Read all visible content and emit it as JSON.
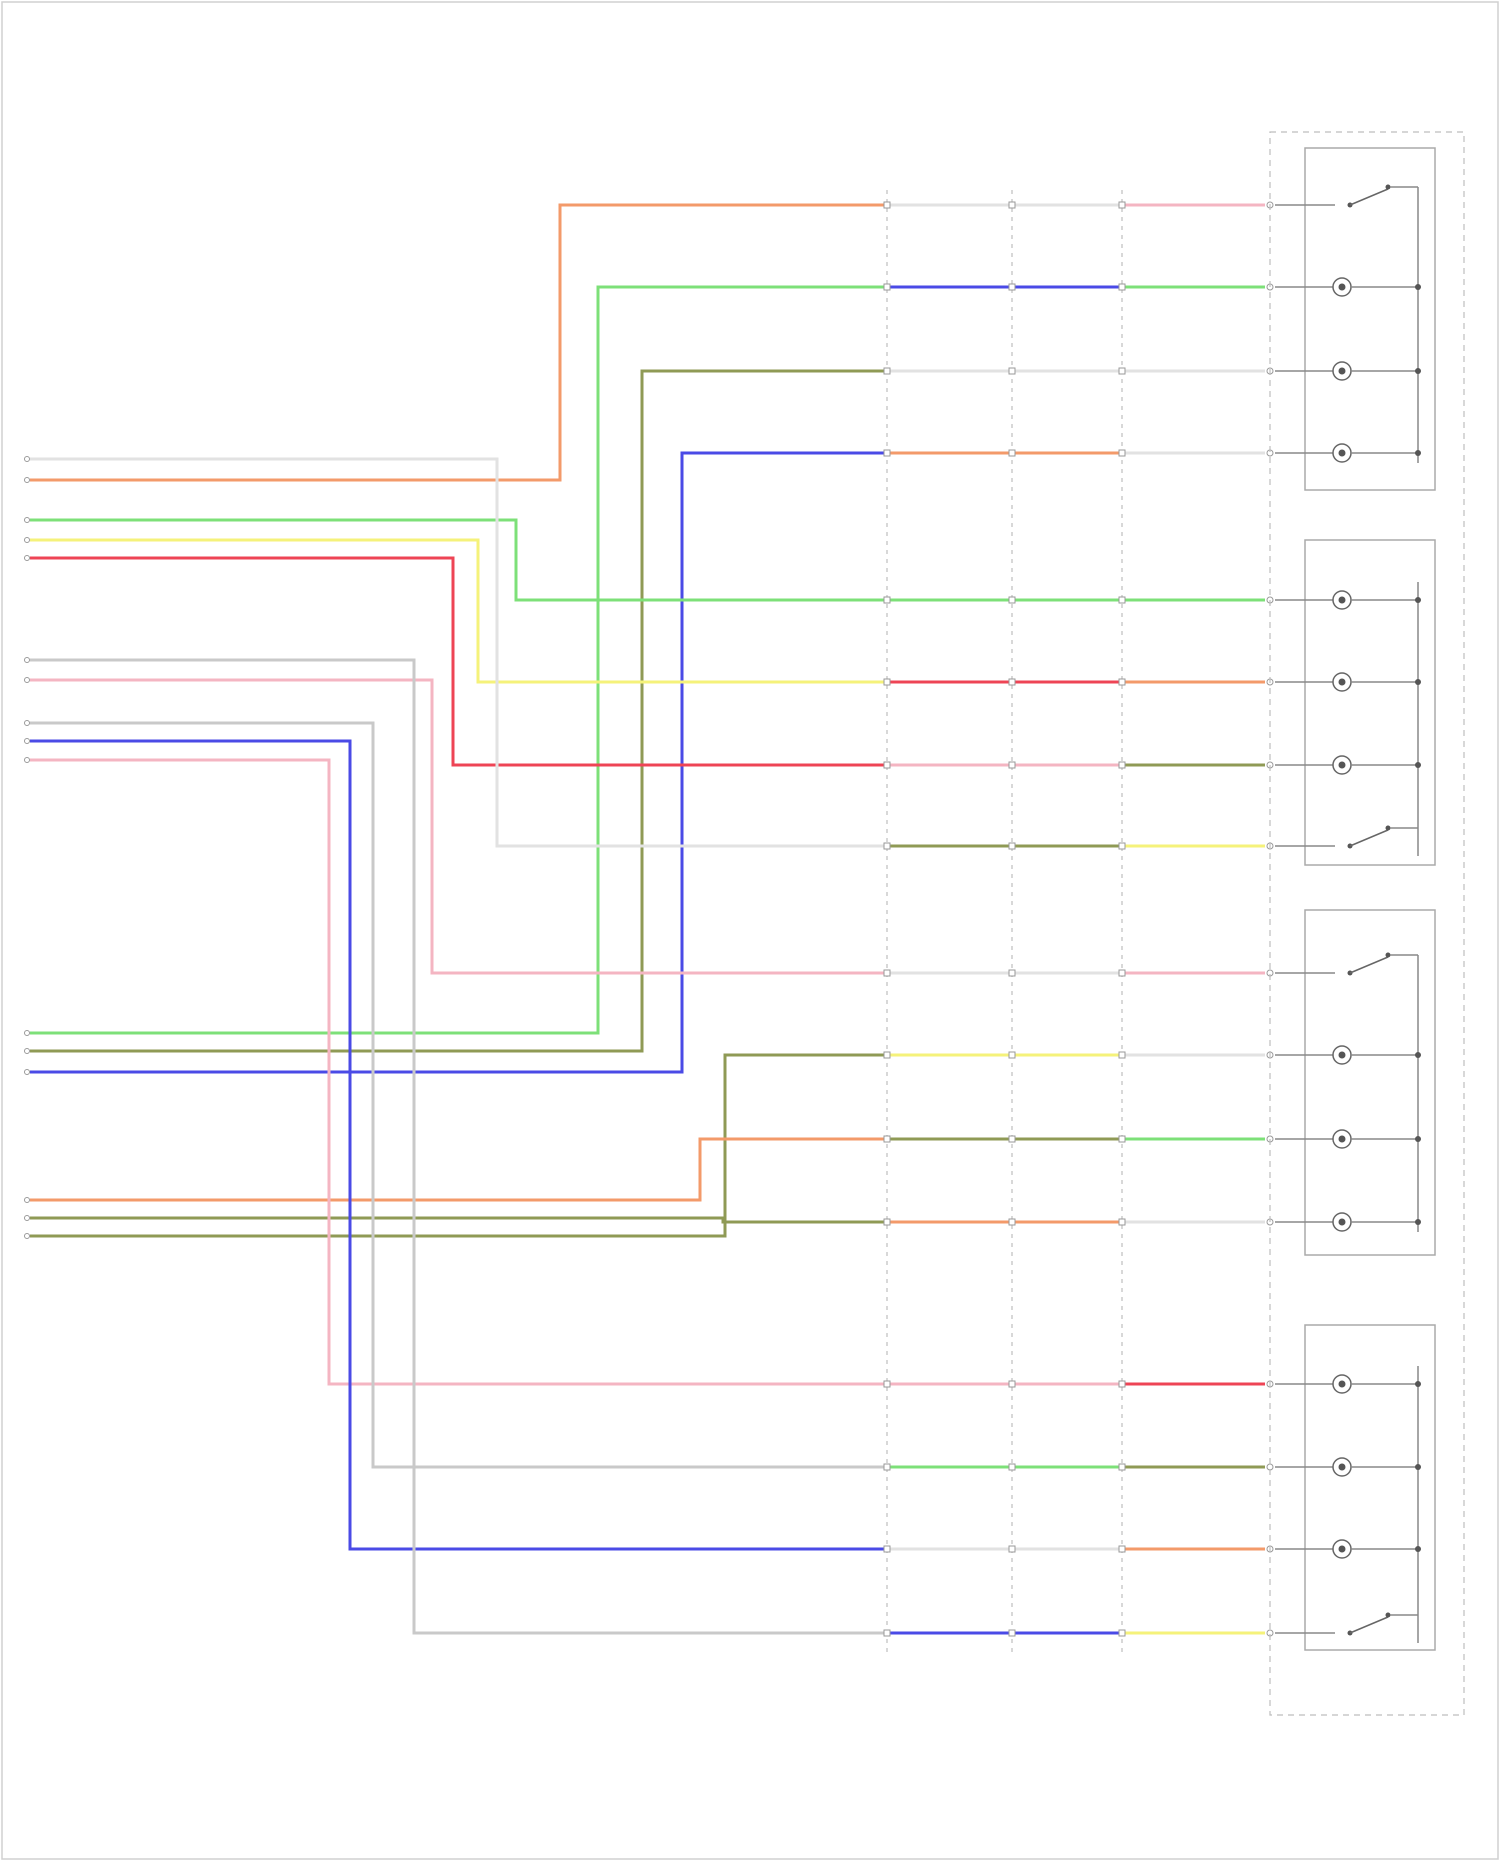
{
  "footer_label": "",
  "module_labels": [
    "",
    "",
    "",
    "",
    ""
  ],
  "colors": {
    "orange": "#f39a6a",
    "green": "#7de078",
    "olive": "#8f9a55",
    "blue": "#4a4ae6",
    "red": "#ee4455",
    "yellow": "#f5f27a",
    "pink": "#f4b5c2",
    "gray": "#c9c9c9",
    "lightgray": "#e2e2e2",
    "frame": "#bdbdbd"
  },
  "left_pin_groups": [
    {
      "colors": [
        "lightgray",
        "orange"
      ]
    },
    {
      "colors": [
        "green",
        "yellow",
        "red"
      ]
    },
    {
      "colors": [
        "gray",
        "pink"
      ]
    },
    {
      "colors": [
        "gray",
        "blue",
        "pink"
      ]
    },
    {
      "colors": [
        "green",
        "olive",
        "blue"
      ]
    },
    {
      "colors": [
        "orange",
        "olive",
        "olive"
      ]
    }
  ],
  "rows": [
    {
      "c1": "orange",
      "c2": "lightgray",
      "c3": "lightgray",
      "c4": "pink"
    },
    {
      "c1": "green",
      "c2": "blue",
      "c3": "blue",
      "c4": "green"
    },
    {
      "c1": "olive",
      "c2": "lightgray",
      "c3": "lightgray",
      "c4": "lightgray"
    },
    {
      "c1": "blue",
      "c2": "orange",
      "c3": "orange",
      "c4": "lightgray"
    },
    {
      "c1": "green",
      "c2": "green",
      "c3": "green",
      "c4": "green"
    },
    {
      "c1": "yellow",
      "c2": "red",
      "c3": "red",
      "c4": "orange"
    },
    {
      "c1": "red",
      "c2": "pink",
      "c3": "pink",
      "c4": "olive"
    },
    {
      "c1": "lightgray",
      "c2": "olive",
      "c3": "olive",
      "c4": "yellow"
    },
    {
      "c1": "pink",
      "c2": "lightgray",
      "c3": "lightgray",
      "c4": "pink"
    },
    {
      "c1": "olive",
      "c2": "yellow",
      "c3": "yellow",
      "c4": "lightgray"
    },
    {
      "c1": "orange",
      "c2": "olive",
      "c3": "olive",
      "c4": "green"
    },
    {
      "c1": "olive",
      "c2": "orange",
      "c3": "orange",
      "c4": "lightgray"
    },
    {
      "c1": "pink",
      "c2": "pink",
      "c3": "pink",
      "c4": "red"
    },
    {
      "c1": "gray",
      "c2": "green",
      "c3": "green",
      "c4": "olive"
    },
    {
      "c1": "blue",
      "c2": "lightgray",
      "c3": "lightgray",
      "c4": "orange"
    },
    {
      "c1": "gray",
      "c2": "blue",
      "c3": "blue",
      "c4": "yellow"
    }
  ],
  "routes": [
    {
      "row": 0,
      "src_group": 0,
      "src_pin": 1,
      "color": "orange"
    },
    {
      "row": 1,
      "src_group": 4,
      "src_pin": 0,
      "color": "green"
    },
    {
      "row": 2,
      "src_group": 4,
      "src_pin": 1,
      "color": "olive"
    },
    {
      "row": 3,
      "src_group": 4,
      "src_pin": 2,
      "color": "blue"
    },
    {
      "row": 4,
      "src_group": 1,
      "src_pin": 0,
      "color": "green"
    },
    {
      "row": 5,
      "src_group": 1,
      "src_pin": 1,
      "color": "yellow"
    },
    {
      "row": 6,
      "src_group": 1,
      "src_pin": 2,
      "color": "red"
    },
    {
      "row": 7,
      "src_group": 0,
      "src_pin": 0,
      "color": "lightgray"
    },
    {
      "row": 8,
      "src_group": 2,
      "src_pin": 1,
      "color": "pink"
    },
    {
      "row": 9,
      "src_group": 5,
      "src_pin": 2,
      "color": "olive"
    },
    {
      "row": 10,
      "src_group": 5,
      "src_pin": 0,
      "color": "orange"
    },
    {
      "row": 11,
      "src_group": 5,
      "src_pin": 1,
      "color": "olive"
    },
    {
      "row": 12,
      "src_group": 3,
      "src_pin": 2,
      "color": "pink"
    },
    {
      "row": 13,
      "src_group": 3,
      "src_pin": 0,
      "color": "gray"
    },
    {
      "row": 14,
      "src_group": 3,
      "src_pin": 1,
      "color": "blue"
    },
    {
      "row": 15,
      "src_group": 2,
      "src_pin": 0,
      "color": "gray"
    }
  ],
  "switch_groups": [
    {
      "rows": [
        0,
        1,
        2,
        3
      ],
      "kinds": [
        "switch",
        "lamp",
        "lamp",
        "lamp"
      ]
    },
    {
      "rows": [
        4,
        5,
        6,
        7
      ],
      "kinds": [
        "lamp",
        "lamp",
        "lamp",
        "switch"
      ]
    },
    {
      "rows": [
        8,
        9,
        10,
        11
      ],
      "kinds": [
        "switch",
        "lamp",
        "lamp",
        "lamp"
      ]
    },
    {
      "rows": [
        12,
        13,
        14,
        15
      ],
      "kinds": [
        "lamp",
        "lamp",
        "lamp",
        "switch"
      ]
    }
  ]
}
